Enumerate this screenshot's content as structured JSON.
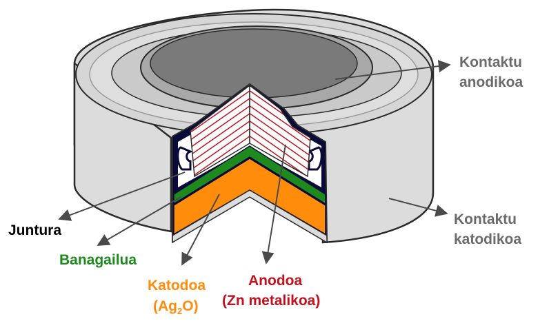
{
  "labels": {
    "anode_contact_line1": "Kontaktu",
    "anode_contact_line2": "anodikoa",
    "cathode_contact_line1": "Kontaktu",
    "cathode_contact_line2": "katodikoa",
    "gasket": "Juntura",
    "separator": "Banagailua",
    "cathode_line1": "Katodoa",
    "cathode_formula_open": "(Ag",
    "cathode_formula_sub": "2",
    "cathode_formula_close": "O)",
    "anode_line1": "Anodoa",
    "anode_line2": "(Zn metalikoa)"
  },
  "colors": {
    "label_gray": "#6b6b6b",
    "label_black": "#000000",
    "separator_green": "#1e8a1e",
    "cathode_orange": "#ff8c0a",
    "anode_red": "#c1121f",
    "hatch_red": "#c1121f",
    "shell_light": "#dcdcdc",
    "shell_mid": "#c4c4c4",
    "anode_cap_dark": "#7a7a7a",
    "gasket_dark_blue": "#0a0a3a",
    "arrow_gray": "#555555"
  }
}
